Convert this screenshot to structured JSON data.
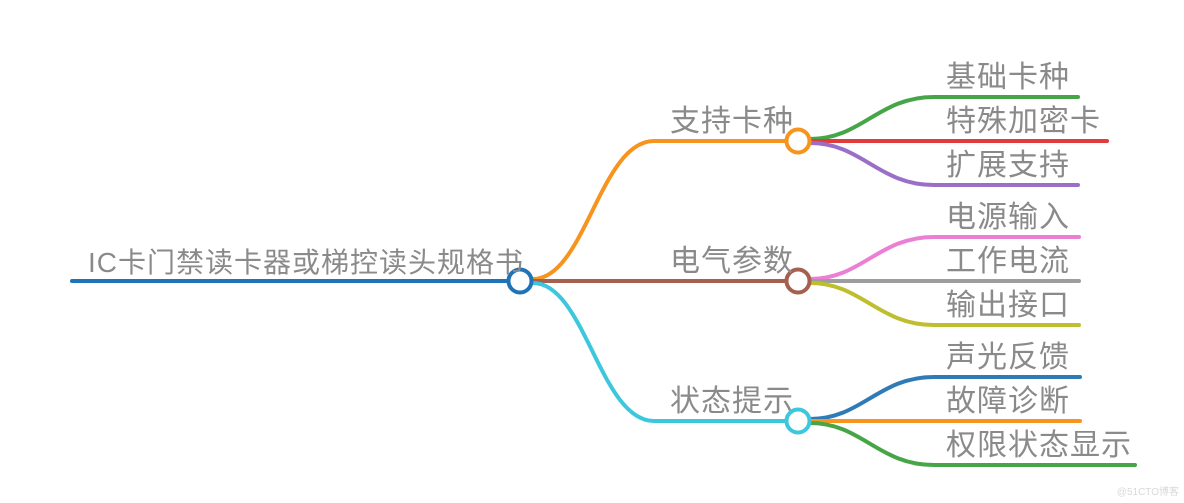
{
  "colors": {
    "canvas_bg": "#ffffff",
    "label_text": "#8a8a8a",
    "watermark_text": "#d9d9d9"
  },
  "watermark": "@51CTO博客",
  "mindmap": {
    "root": {
      "label": "IC卡门禁读卡器或梯控读头规格书",
      "color": "#1f74b8"
    },
    "branches": [
      {
        "label": "支持卡种",
        "color": "#f7941e",
        "children": [
          {
            "label": "基础卡种",
            "color": "#46a546"
          },
          {
            "label": "特殊加密卡",
            "color": "#e23b3b"
          },
          {
            "label": "扩展支持",
            "color": "#9b6fc8"
          }
        ]
      },
      {
        "label": "电气参数",
        "color": "#a5604e",
        "children": [
          {
            "label": "电源输入",
            "color": "#eb7fd3"
          },
          {
            "label": "工作电流",
            "color": "#9d9d9d"
          },
          {
            "label": "输出接口",
            "color": "#bebe2f"
          }
        ]
      },
      {
        "label": "状态提示",
        "color": "#3cc7dd",
        "children": [
          {
            "label": "声光反馈",
            "color": "#2e7bb5"
          },
          {
            "label": "故障诊断",
            "color": "#f7941e"
          },
          {
            "label": "权限状态显示",
            "color": "#46a546"
          }
        ]
      }
    ]
  }
}
